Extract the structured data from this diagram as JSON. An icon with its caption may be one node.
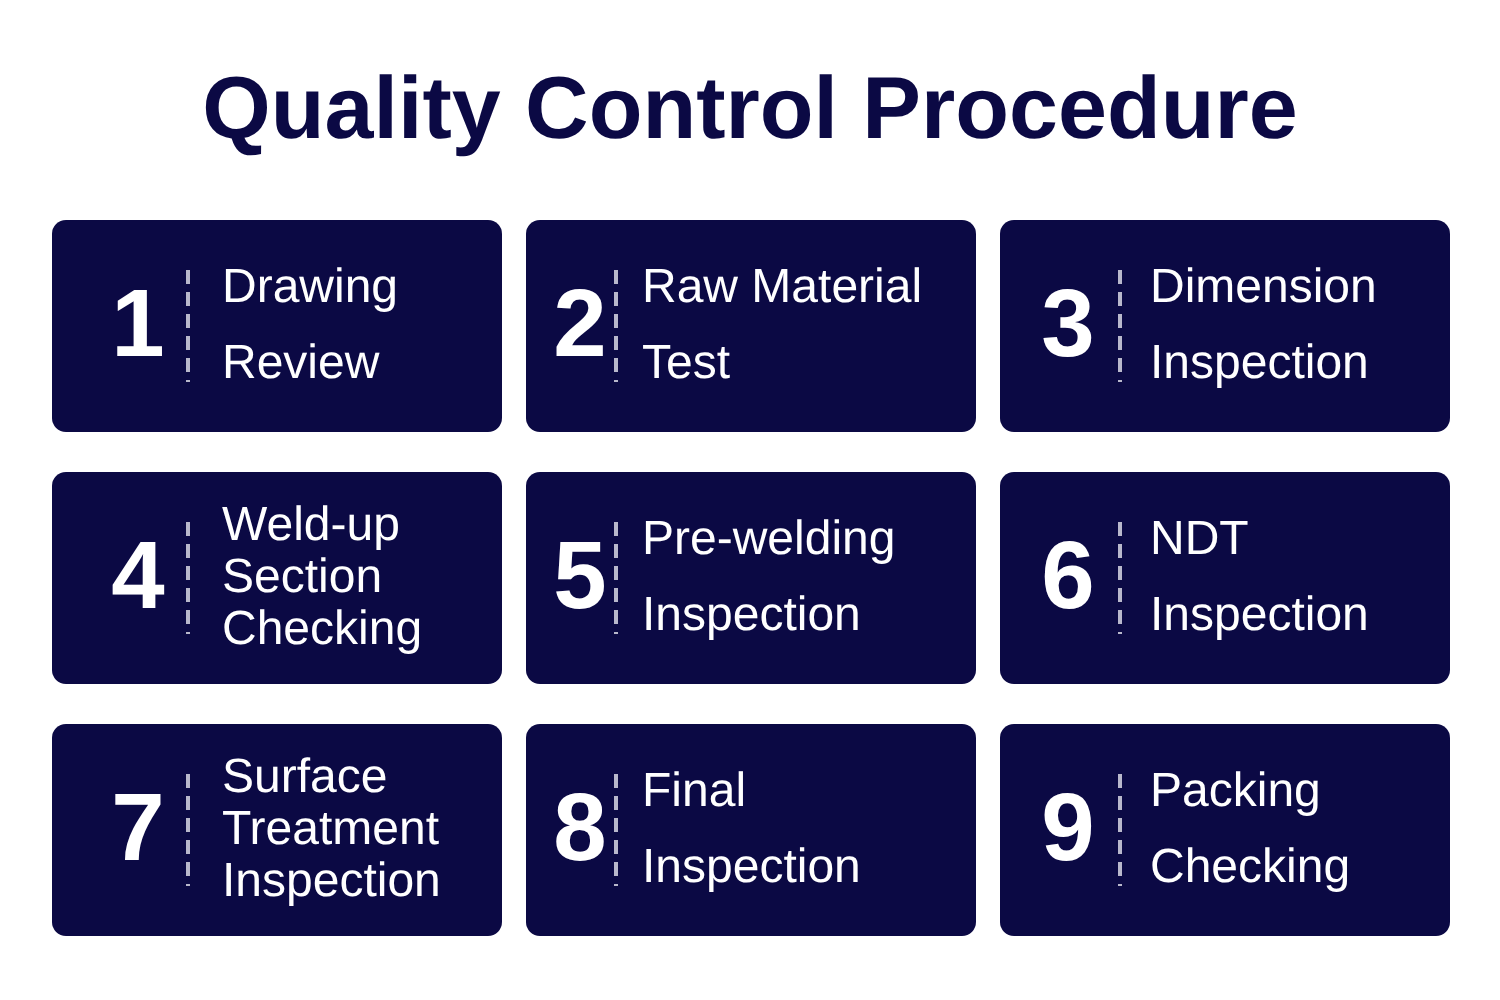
{
  "diagram": {
    "title": "Quality Control Procedure",
    "nodes": [
      {
        "text": [
          "1",
          "Drawing Review"
        ]
      },
      {
        "text": [
          "2",
          "Raw Material Test"
        ]
      },
      {
        "text": [
          "3",
          "Dimension Inspection"
        ]
      },
      {
        "text": [
          "4",
          "Weld-up Section Checking"
        ]
      },
      {
        "text": [
          "5",
          "Pre-welding Inspection"
        ]
      },
      {
        "text": [
          "6",
          "NDT Inspection"
        ]
      },
      {
        "text": [
          "7",
          "Surface Treatment Inspection"
        ]
      },
      {
        "text": [
          "8",
          "Final Inspection"
        ]
      },
      {
        "text": [
          "9",
          "Packing Checking"
        ]
      }
    ]
  }
}
